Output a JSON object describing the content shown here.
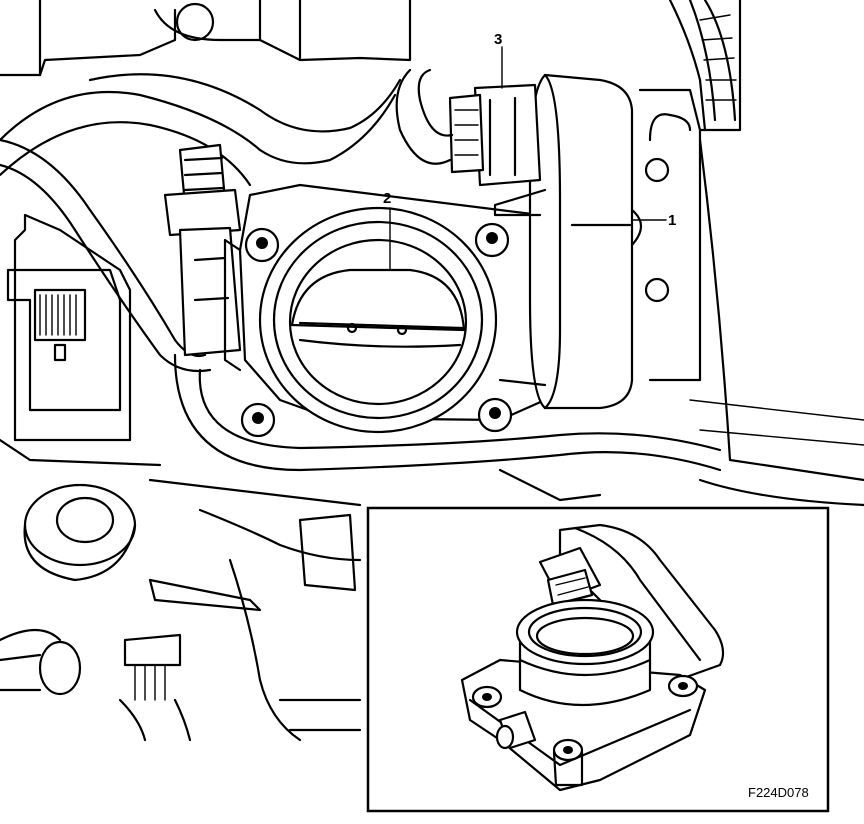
{
  "callouts": {
    "one": "1",
    "two": "2",
    "three": "3"
  },
  "figure_id": "F224D078",
  "colors": {
    "line": "#000000",
    "background": "#ffffff"
  }
}
